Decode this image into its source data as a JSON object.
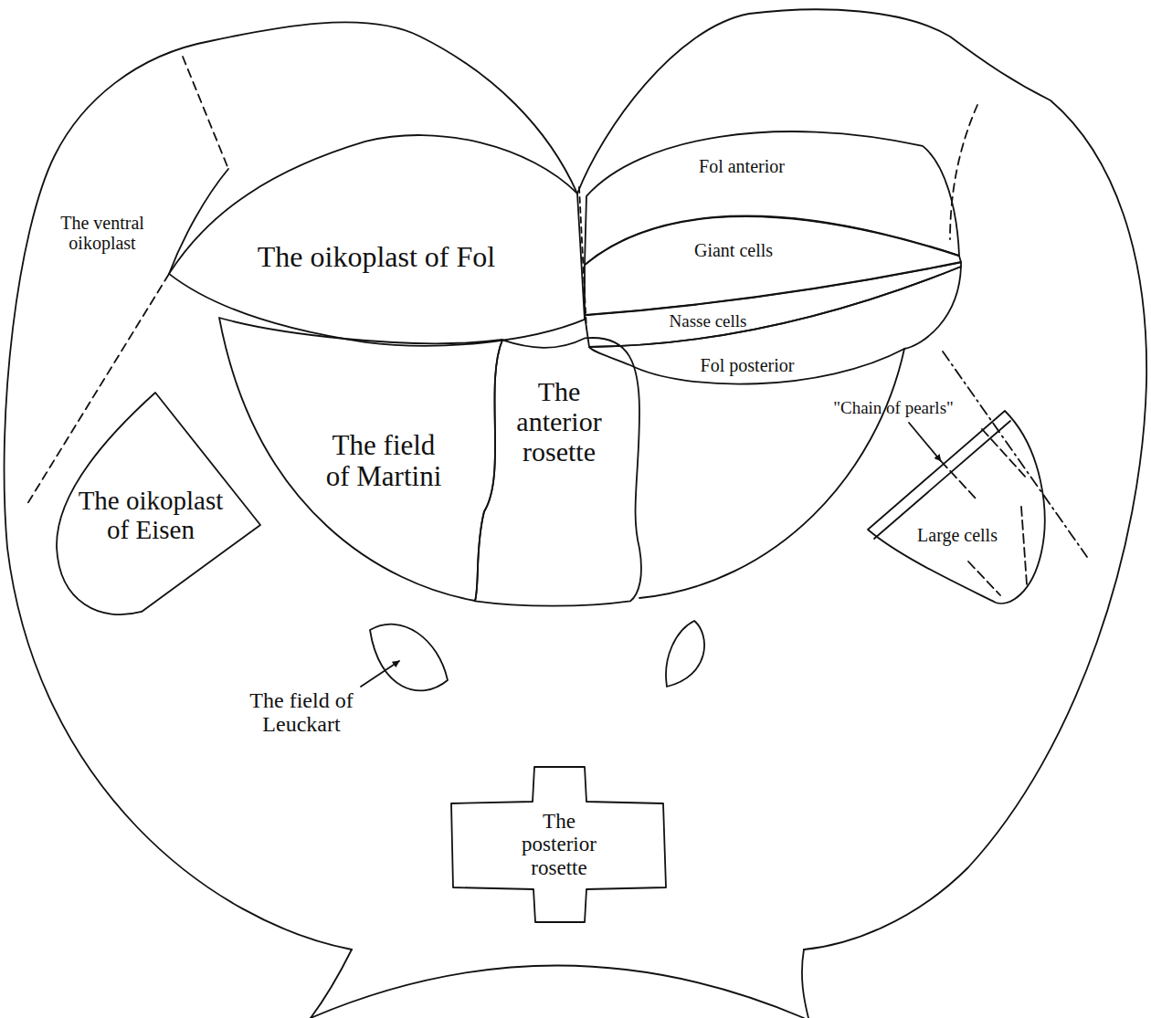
{
  "diagram": {
    "nodes": [
      {
        "text": [
          "The oikoplast of Fol"
        ]
      },
      {
        "text": [
          "Fol anterior"
        ]
      },
      {
        "text": [
          "Giant cells"
        ]
      },
      {
        "text": [
          "Nasse cells"
        ]
      },
      {
        "text": [
          "Fol posterior"
        ]
      },
      {
        "text": [
          "The field of Martini"
        ]
      },
      {
        "text": [
          "The anterior rosette"
        ]
      },
      {
        "text": [
          "The oikoplast of Eisen"
        ]
      },
      {
        "text": [
          "Large cells"
        ]
      },
      {
        "text": [
          "The posterior rosette"
        ]
      }
    ],
    "labels": [
      "The ventral oikoplast",
      "\"Chain of pearls\"",
      "The field of Leuckart"
    ]
  }
}
